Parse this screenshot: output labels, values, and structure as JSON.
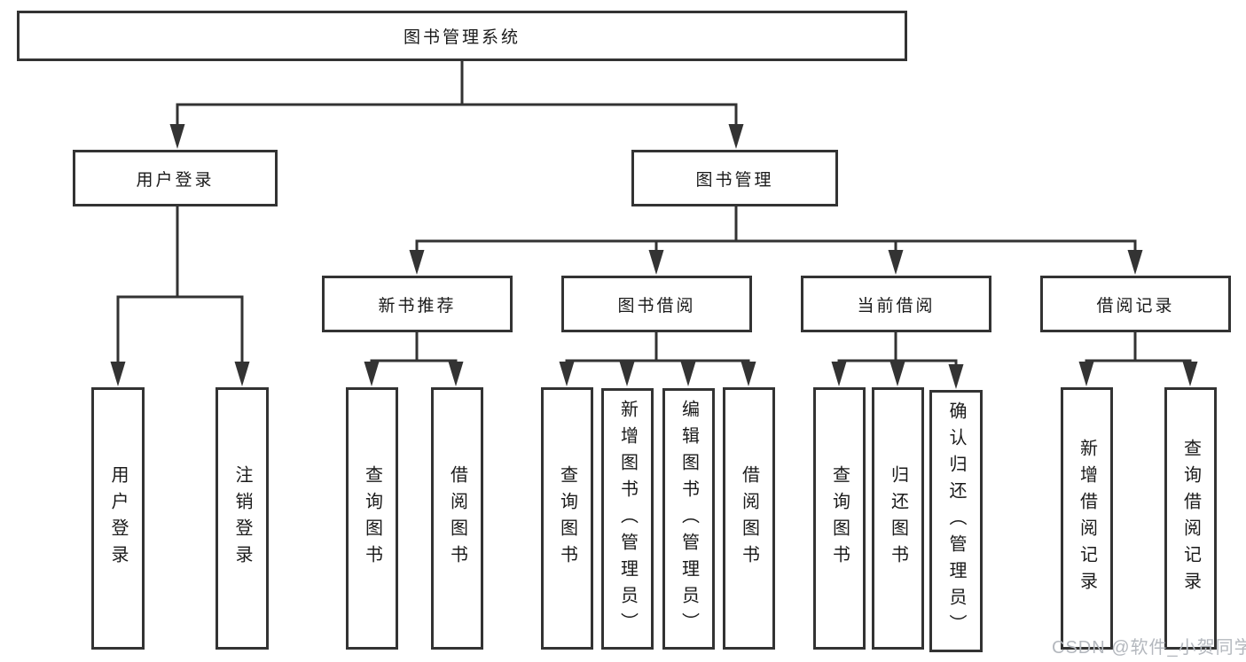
{
  "diagram": {
    "colors": {
      "line": "#333333",
      "node_border": "#333333",
      "text": "#1a1a1a",
      "watermark": "#b4b8be",
      "background": "#ffffff"
    },
    "tree": {
      "root": {
        "label": "图书管理系统"
      },
      "branches": [
        {
          "label": "用户登录",
          "children": [
            {
              "label": "用户登录"
            },
            {
              "label": "注销登录"
            }
          ]
        },
        {
          "label": "图书管理",
          "children": [
            {
              "label": "新书推荐",
              "children": [
                {
                  "label": "查询图书"
                },
                {
                  "label": "借阅图书"
                }
              ]
            },
            {
              "label": "图书借阅",
              "children": [
                {
                  "label": "查询图书"
                },
                {
                  "label": "新增图书（管理员）"
                },
                {
                  "label": "编辑图书（管理员）"
                },
                {
                  "label": "借阅图书"
                }
              ]
            },
            {
              "label": "当前借阅",
              "children": [
                {
                  "label": "查询图书"
                },
                {
                  "label": "归还图书"
                },
                {
                  "label": "确认归还（管理员）"
                }
              ]
            },
            {
              "label": "借阅记录",
              "children": [
                {
                  "label": "新增借阅记录"
                },
                {
                  "label": "查询借阅记录"
                }
              ]
            }
          ]
        }
      ]
    },
    "watermark": "CSDN @软件_小贺同学"
  }
}
